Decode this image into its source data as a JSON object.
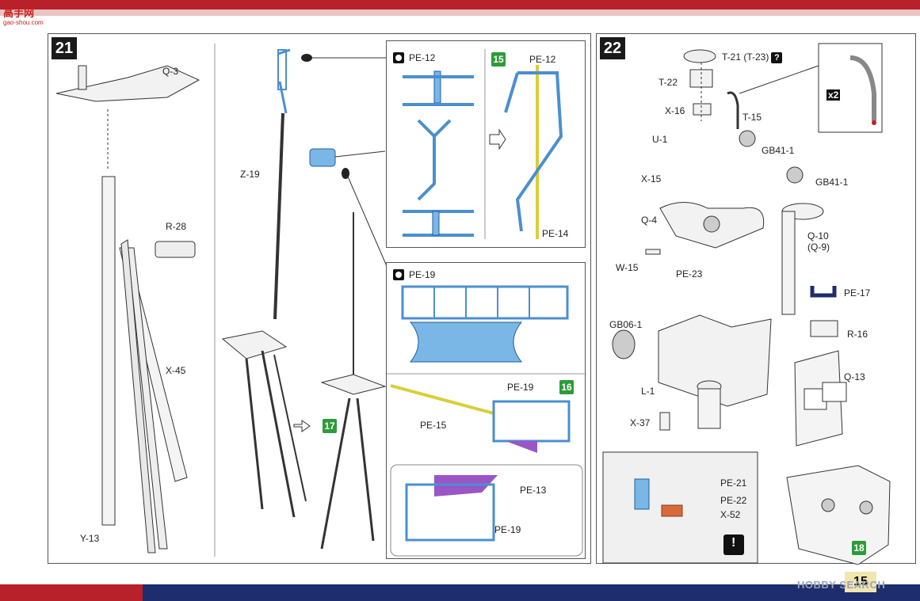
{
  "watermark": {
    "site_logo": "高手网",
    "site_url": "gao-shou.com",
    "corner_mark": "HOBBY SEARCH"
  },
  "page_number": "15",
  "steps": {
    "step21": {
      "number": "21",
      "parts": {
        "q3": "Q-3",
        "r28": "R-28",
        "x45": "X-45",
        "y13": "Y-13",
        "z19": "Z-19"
      },
      "sub_box_pe12": {
        "header": "PE-12",
        "substep": "15",
        "right_label": "PE-12",
        "pe14": "PE-14"
      },
      "sub_box_pe19": {
        "header": "PE-19",
        "substep": "16",
        "pe19_right": "PE-19",
        "pe15": "PE-15",
        "pe13": "PE-13",
        "pe19_bottom": "PE-19"
      },
      "substep17": "17"
    },
    "step22": {
      "number": "22",
      "parts": {
        "t21": "T-21 (T-23)",
        "t22": "T-22",
        "x16": "X-16",
        "t15": "T-15",
        "u1": "U-1",
        "gb41_a": "GB41-1",
        "x15": "X-15",
        "gb41_b": "GB41-1",
        "q4": "Q-4",
        "q10": "Q-10",
        "q9": "(Q-9)",
        "w15": "W-15",
        "pe23": "PE-23",
        "pe17": "PE-17",
        "gb06": "GB06-1",
        "r16": "R-16",
        "l1": "L-1",
        "q13": "Q-13",
        "x37": "X-37"
      },
      "x2": "x2",
      "inset": {
        "pe21": "PE-21",
        "pe22": "PE-22",
        "x52": "X-52",
        "alert": "!"
      },
      "substep18": "18"
    }
  },
  "colors": {
    "pe_blue": "#7ab6e6",
    "highlight_yellow": "#f2ec7a",
    "purple": "#9a55c7",
    "step_green": "#2e9b3a",
    "band_navy": "#1d2d6e",
    "band_red": "#b8202a"
  }
}
